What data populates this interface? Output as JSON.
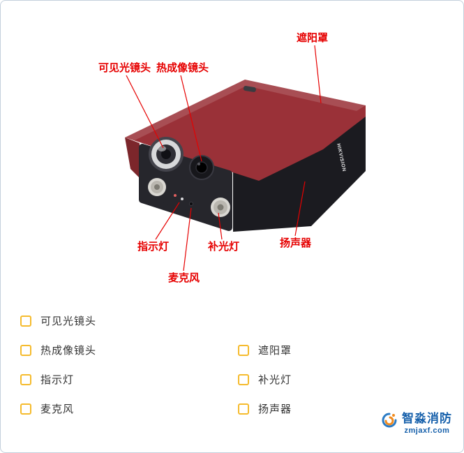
{
  "colors": {
    "label_red": "#e60000",
    "camera_red": "#9a3138",
    "checkbox_yellow": "#f5bb2d",
    "brand_blue": "#1660ab"
  },
  "diagram": {
    "brand": "HIKVISION",
    "callouts": {
      "sunshade": "遮阳罩",
      "visible_lens": "可见光镜头",
      "thermal_lens": "热成像镜头",
      "indicator_light": "指示灯",
      "fill_light": "补光灯",
      "microphone": "麦克风",
      "speaker": "扬声器"
    }
  },
  "legend": {
    "items_left": [
      "可见光镜头",
      "热成像镜头",
      "指示灯",
      "麦克风"
    ],
    "items_right": [
      "遮阳罩",
      "补光灯",
      "扬声器"
    ]
  },
  "footer": {
    "brand": "智淼消防",
    "website": "zmjaxf.com"
  }
}
